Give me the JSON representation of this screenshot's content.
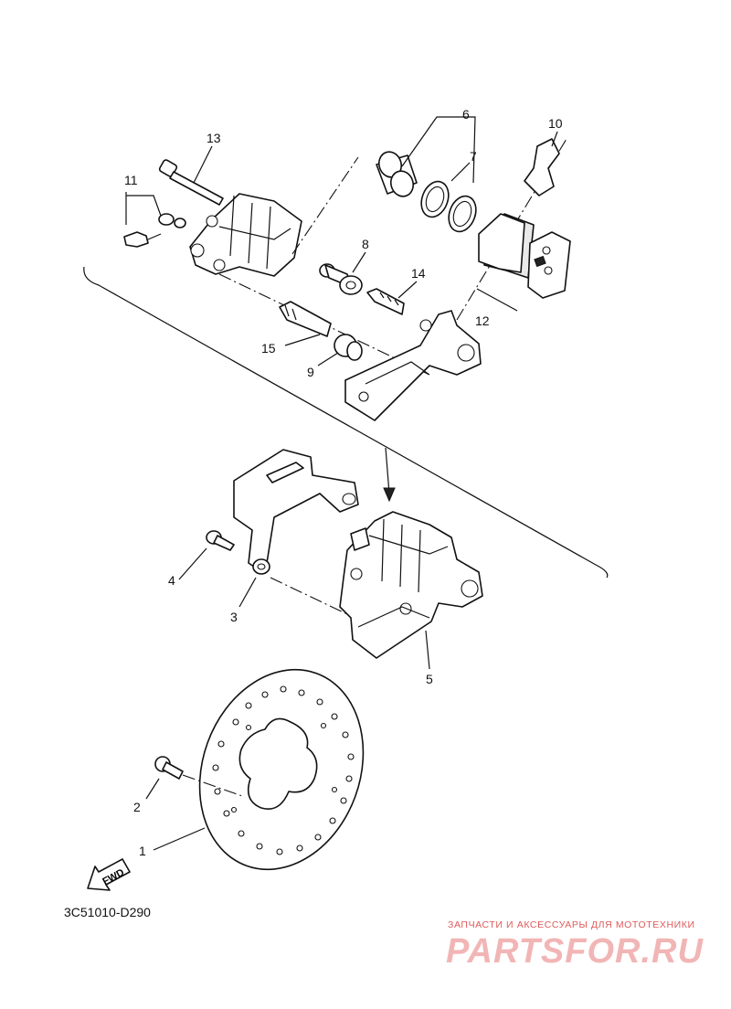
{
  "callouts": {
    "c1": "1",
    "c2": "2",
    "c3": "3",
    "c4": "4",
    "c5": "5",
    "c6": "6",
    "c7": "7",
    "c8": "8",
    "c9": "9",
    "c10": "10",
    "c11": "11",
    "c12": "12",
    "c13": "13",
    "c14": "14",
    "c15": "15"
  },
  "fwd_label": "FWD",
  "diagram_code": "3C51010-D290",
  "watermark": {
    "tagline": "ЗАПЧАСТИ И АКСЕССУАРЫ ДЛЯ МОТОТЕХНИКИ",
    "brand": "PARTSFOR.RU",
    "color": "#e05a5a"
  }
}
